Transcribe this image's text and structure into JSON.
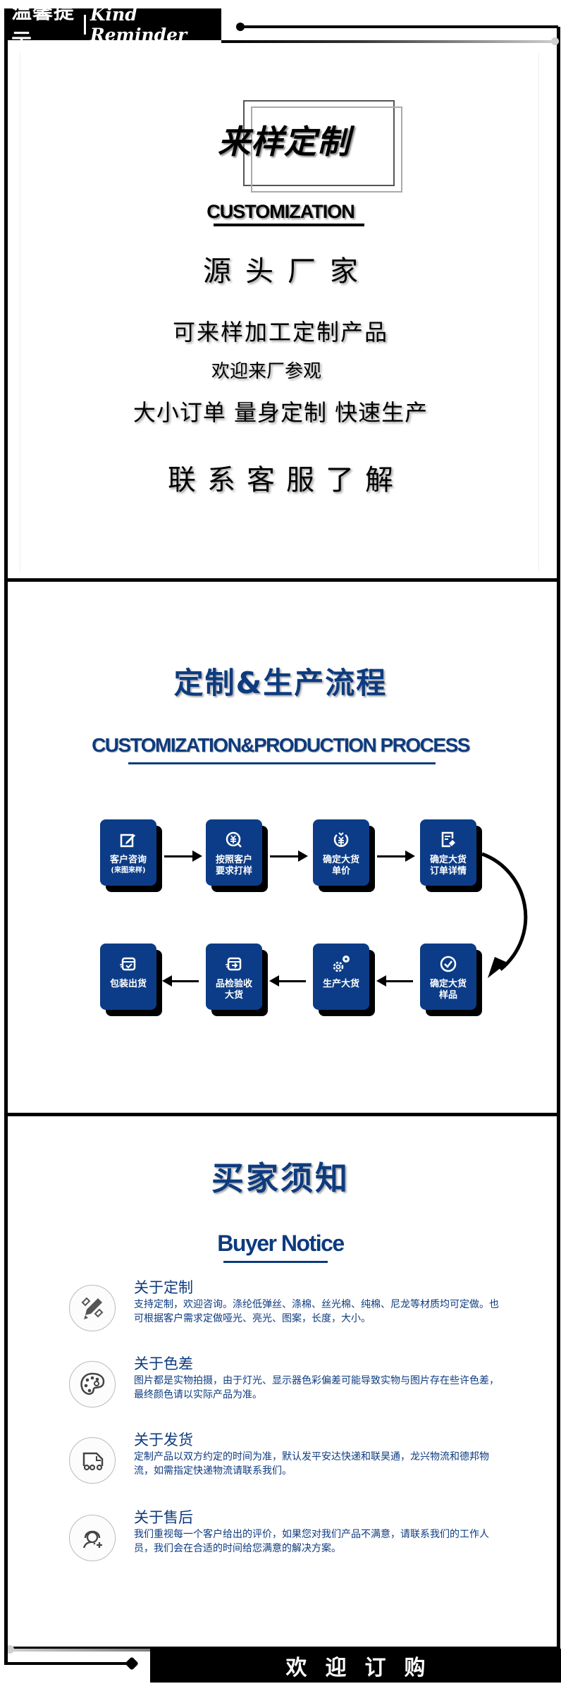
{
  "header": {
    "title_cn": "温馨提示",
    "title_en": "Kind Reminder"
  },
  "section_customization": {
    "title": "来样定制",
    "subtitle_en": "CUSTOMIZATION",
    "lines": [
      "源头厂家",
      "可来样加工定制产品",
      "欢迎来厂参观",
      "大小订单 量身定制 快速生产",
      "联系客服了解"
    ]
  },
  "section_process": {
    "title": "定制&生产流程",
    "subtitle_en": "CUSTOMIZATION&PRODUCTION PROCESS",
    "steps": [
      {
        "icon": "edit-icon",
        "label": "客户咨询",
        "sub": "(来图来样)"
      },
      {
        "icon": "yuan-chat-icon",
        "label": "按照客户\n要求打样",
        "sub": ""
      },
      {
        "icon": "yuan-coin-icon",
        "label": "确定大货\n单价",
        "sub": ""
      },
      {
        "icon": "order-detail-icon",
        "label": "确定大货\n订单详情",
        "sub": ""
      },
      {
        "icon": "check-circle-icon",
        "label": "确定大货\n样品",
        "sub": ""
      },
      {
        "icon": "gears-icon",
        "label": "生产大货",
        "sub": ""
      },
      {
        "icon": "inbox-arrow-icon",
        "label": "品检验收\n大货",
        "sub": ""
      },
      {
        "icon": "package-check-icon",
        "label": "包装出货",
        "sub": ""
      }
    ],
    "colors": {
      "card": "#0c3c87",
      "title": "#0d3b7f"
    }
  },
  "section_notice": {
    "title": "买家须知",
    "subtitle_en": "Buyer Notice",
    "items": [
      {
        "icon": "pencil-ruler-icon",
        "title": "关于定制",
        "body": "支持定制，欢迎咨询。涤纶低弹丝、涤棉、丝光棉、纯棉、尼龙等材质均可定做。也可根据客户需求定做哑光、亮光、图案，长度，大小。"
      },
      {
        "icon": "palette-icon",
        "title": "关于色差",
        "body": "图片都是实物拍摄，由于灯光、显示器色彩偏差可能导致实物与图片存在些许色差，最终颜色请以实际产品为准。"
      },
      {
        "icon": "delivery-truck-icon",
        "title": "关于发货",
        "body": "定制产品以双方约定的时间为准，默认发平安达快递和联昊通，龙兴物流和德邦物流，如需指定快递物流请联系我们。"
      },
      {
        "icon": "customer-service-icon",
        "title": "关于售后",
        "body": "我们重视每一个客户给出的评价，如果您对我们产品不满意，请联系我们的工作人员，我们会在合适的时间给您满意的解决方案。"
      }
    ]
  },
  "footer": {
    "text": "欢迎订购"
  }
}
